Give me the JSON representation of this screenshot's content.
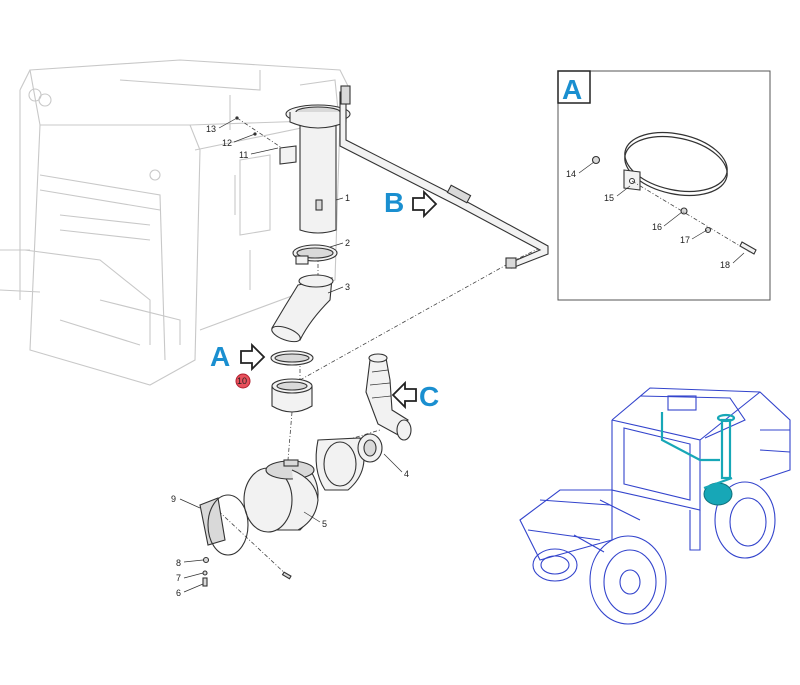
{
  "callouts": {
    "n1": "1",
    "n2": "2",
    "n3": "3",
    "n4": "4",
    "n5": "5",
    "n6": "6",
    "n7": "7",
    "n8": "8",
    "n9": "9",
    "n10": "10",
    "n11": "11",
    "n12": "12",
    "n13": "13",
    "n14": "14",
    "n15": "15",
    "n16": "16",
    "n17": "17",
    "n18": "18"
  },
  "views": {
    "a": "A",
    "b": "B",
    "c": "C",
    "detail_a": "A"
  },
  "colors": {
    "view_letter": "#1a8fd0",
    "highlight_badge": "#e8505b",
    "tractor_lines": "#3344cc",
    "highlighted_assembly": "#17a7b7"
  },
  "icons": {
    "view_arrow": "hollow-arrow-icon",
    "highlight": "red-badge-icon"
  }
}
